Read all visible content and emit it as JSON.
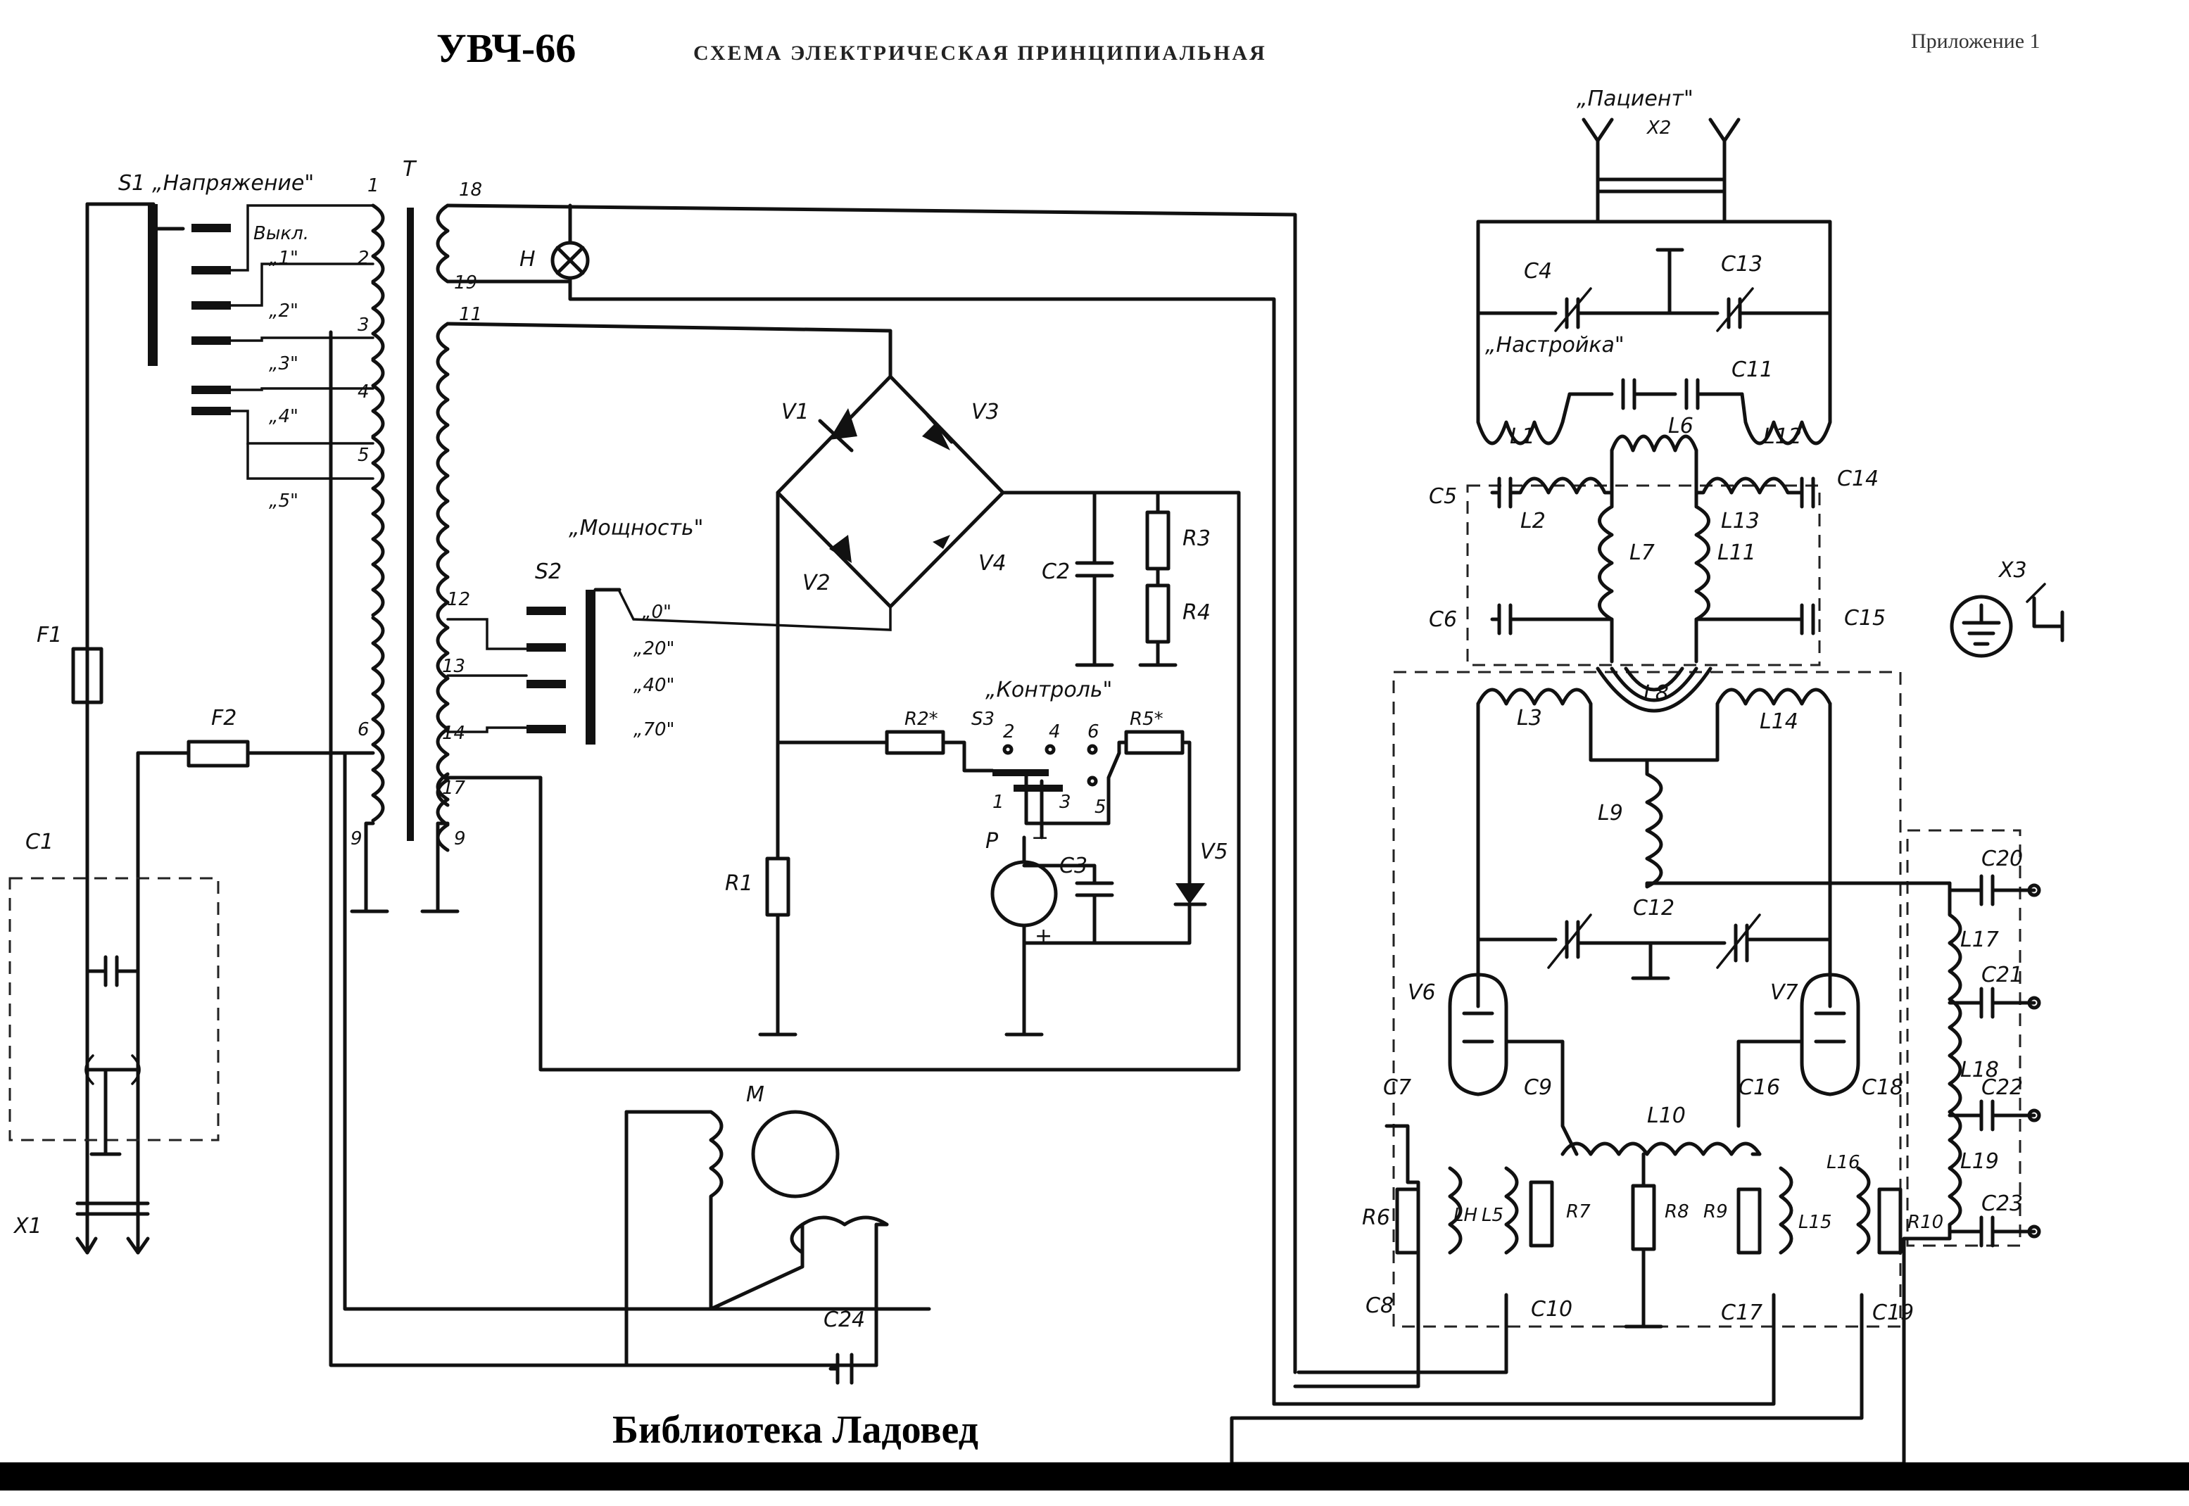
{
  "header": {
    "device": "УВЧ-66",
    "subtitle": "СХЕМА ЭЛЕКТРИЧЕСКАЯ ПРИНЦИПИАЛЬНАЯ",
    "appendix": "Приложение 1"
  },
  "footer": {
    "library": "Библиотека Ладовед"
  },
  "switch_s1": {
    "ref": "S1",
    "name": "„Напряжение\"",
    "positions": [
      "Выкл.",
      "„1\"",
      "„2\"",
      "„3\"",
      "„4\"",
      "„5\""
    ]
  },
  "transformer": {
    "ref": "T",
    "primary_taps": [
      "1",
      "2",
      "3",
      "4",
      "5",
      "6",
      "9"
    ],
    "secondary_taps": [
      "18",
      "19",
      "11",
      "12",
      "13",
      "14",
      "17",
      "9"
    ]
  },
  "lamp": "H",
  "fuses": [
    "F1",
    "F2"
  ],
  "capacitor_c1": "C1",
  "connectors": {
    "mains": "X1",
    "patient": "X2",
    "patient_name": "„Пациент\"",
    "ground": "X3"
  },
  "switch_s2": {
    "ref": "S2",
    "name": "„Мощность\"",
    "positions": [
      "„0\"",
      "„20\"",
      "„40\"",
      "„70\""
    ]
  },
  "bridge": [
    "V1",
    "V2",
    "V3",
    "V4"
  ],
  "filter": [
    "C2",
    "R3",
    "R4"
  ],
  "control": {
    "name": "„Контроль\"",
    "switch": "S3",
    "contacts": [
      "1",
      "2",
      "3",
      "4",
      "5",
      "6"
    ],
    "parts": [
      "R1",
      "R2*",
      "R5*",
      "P",
      "C3",
      "V5"
    ],
    "meter_minus": "−",
    "meter_plus": "+"
  },
  "motor": {
    "ref": "M",
    "cap": "C24"
  },
  "tuning": {
    "name": "„Настройка\"",
    "parts": [
      "C4",
      "C13",
      "C11",
      "L1",
      "L12",
      "L6"
    ]
  },
  "coupling": [
    "C5",
    "L2",
    "L7",
    "L11",
    "L13",
    "C14",
    "C6",
    "C15",
    "L8"
  ],
  "tank": [
    "L3",
    "L14",
    "L9",
    "C12"
  ],
  "tubes": [
    "V6",
    "V7"
  ],
  "grid_circuit": [
    "C7",
    "C9",
    "C16",
    "C18",
    "L10",
    "R6",
    "LH",
    "L5",
    "R7",
    "R8",
    "R9",
    "L15",
    "L16",
    "R10",
    "C8",
    "C10",
    "C17",
    "C19"
  ],
  "output_filter": [
    "C20",
    "C21",
    "C22",
    "C23",
    "L17",
    "L18",
    "L19"
  ]
}
